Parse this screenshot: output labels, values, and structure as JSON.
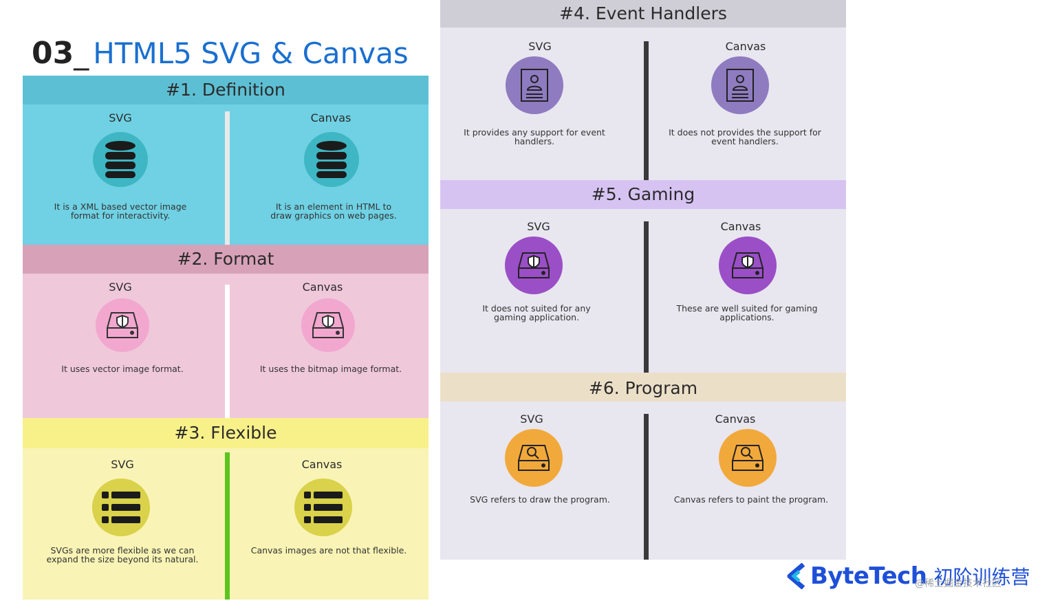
{
  "title": {
    "number": "03",
    "separator": "_",
    "text": "HTML5 SVG & Canvas"
  },
  "sections": {
    "definition": {
      "heading": "#1. Definition",
      "svg": {
        "label": "SVG",
        "desc": "It is a XML based vector image format for interactivity.",
        "icon": "database-icon"
      },
      "canvas": {
        "label": "Canvas",
        "desc": "It is an element in HTML to draw graphics on web pages.",
        "icon": "database-icon"
      }
    },
    "format": {
      "heading": "#2. Format",
      "svg": {
        "label": "SVG",
        "desc": "It uses vector image format.",
        "icon": "shield-drive-icon"
      },
      "canvas": {
        "label": "Canvas",
        "desc": "It uses the bitmap image format.",
        "icon": "shield-drive-icon"
      }
    },
    "flexible": {
      "heading": "#3. Flexible",
      "svg": {
        "label": "SVG",
        "desc": "SVGs are more flexible as we can expand the size beyond its natural.",
        "icon": "list-icon"
      },
      "canvas": {
        "label": "Canvas",
        "desc": "Canvas images are not that flexible.",
        "icon": "list-icon"
      }
    },
    "events": {
      "heading": "#4. Event Handlers",
      "svg": {
        "label": "SVG",
        "desc": "It provides any support for event handlers.",
        "icon": "user-document-icon"
      },
      "canvas": {
        "label": "Canvas",
        "desc": "It does not provides the support for event handlers.",
        "icon": "user-document-icon"
      }
    },
    "gaming": {
      "heading": "#5. Gaming",
      "svg": {
        "label": "SVG",
        "desc": "It does not suited for any gaming application.",
        "icon": "shield-drive-icon"
      },
      "canvas": {
        "label": "Canvas",
        "desc": "These are well suited for gaming applications.",
        "icon": "shield-drive-icon"
      }
    },
    "program": {
      "heading": "#6. Program",
      "svg": {
        "label": "SVG",
        "desc": "SVG refers to draw the program.",
        "icon": "search-drive-icon"
      },
      "canvas": {
        "label": "Canvas",
        "desc": "Canvas refers to paint the program.",
        "icon": "search-drive-icon"
      }
    }
  },
  "brand": {
    "name": "ByteTech",
    "subtitle": "初阶训练营"
  },
  "watermark": "@稀土掘金技术社区",
  "colors": {
    "title_accent": "#1a6fd0",
    "definition": "#6fd1e3",
    "format": "#efc8da",
    "flexible": "#f9f4b5",
    "events": "#e8e6ef",
    "gaming_head": "#d6c3f2",
    "program_head": "#ecdfc8",
    "brand": "#1d4fd8"
  }
}
